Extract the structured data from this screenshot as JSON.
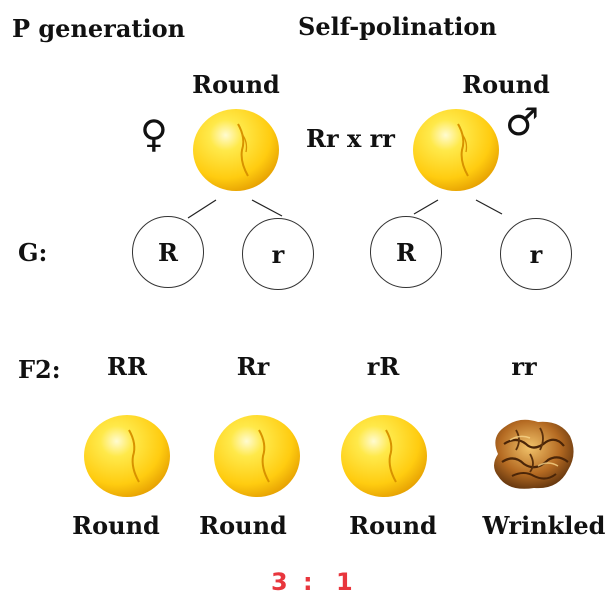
{
  "header": {
    "generation_label": "P generation",
    "cross_type": "Self-polination"
  },
  "parents": {
    "female": {
      "symbol": "♀",
      "phenotype": "Round",
      "icon": "round-seed-icon"
    },
    "cross": "Rr x rr",
    "male": {
      "symbol": "♂",
      "phenotype": "Round",
      "icon": "round-seed-icon"
    }
  },
  "gametes": {
    "label": "G:",
    "female": [
      "R",
      "r"
    ],
    "male": [
      "R",
      "r"
    ]
  },
  "offspring": {
    "label": "F2:",
    "items": [
      {
        "genotype": "RR",
        "phenotype": "Round",
        "icon": "round-seed-icon"
      },
      {
        "genotype": "Rr",
        "phenotype": "Round",
        "icon": "round-seed-icon"
      },
      {
        "genotype": "rR",
        "phenotype": "Round",
        "icon": "round-seed-icon"
      },
      {
        "genotype": "rr",
        "phenotype": "Wrinkled",
        "icon": "wrinkled-seed-icon"
      }
    ]
  },
  "ratio": {
    "left": "3",
    "separator": ":",
    "right": "1",
    "color": "#e8363d"
  },
  "colors": {
    "seed_yellow": "#ffd21a",
    "seed_orange": "#f0a800",
    "wrinkled_brown": "#8a4a12"
  }
}
